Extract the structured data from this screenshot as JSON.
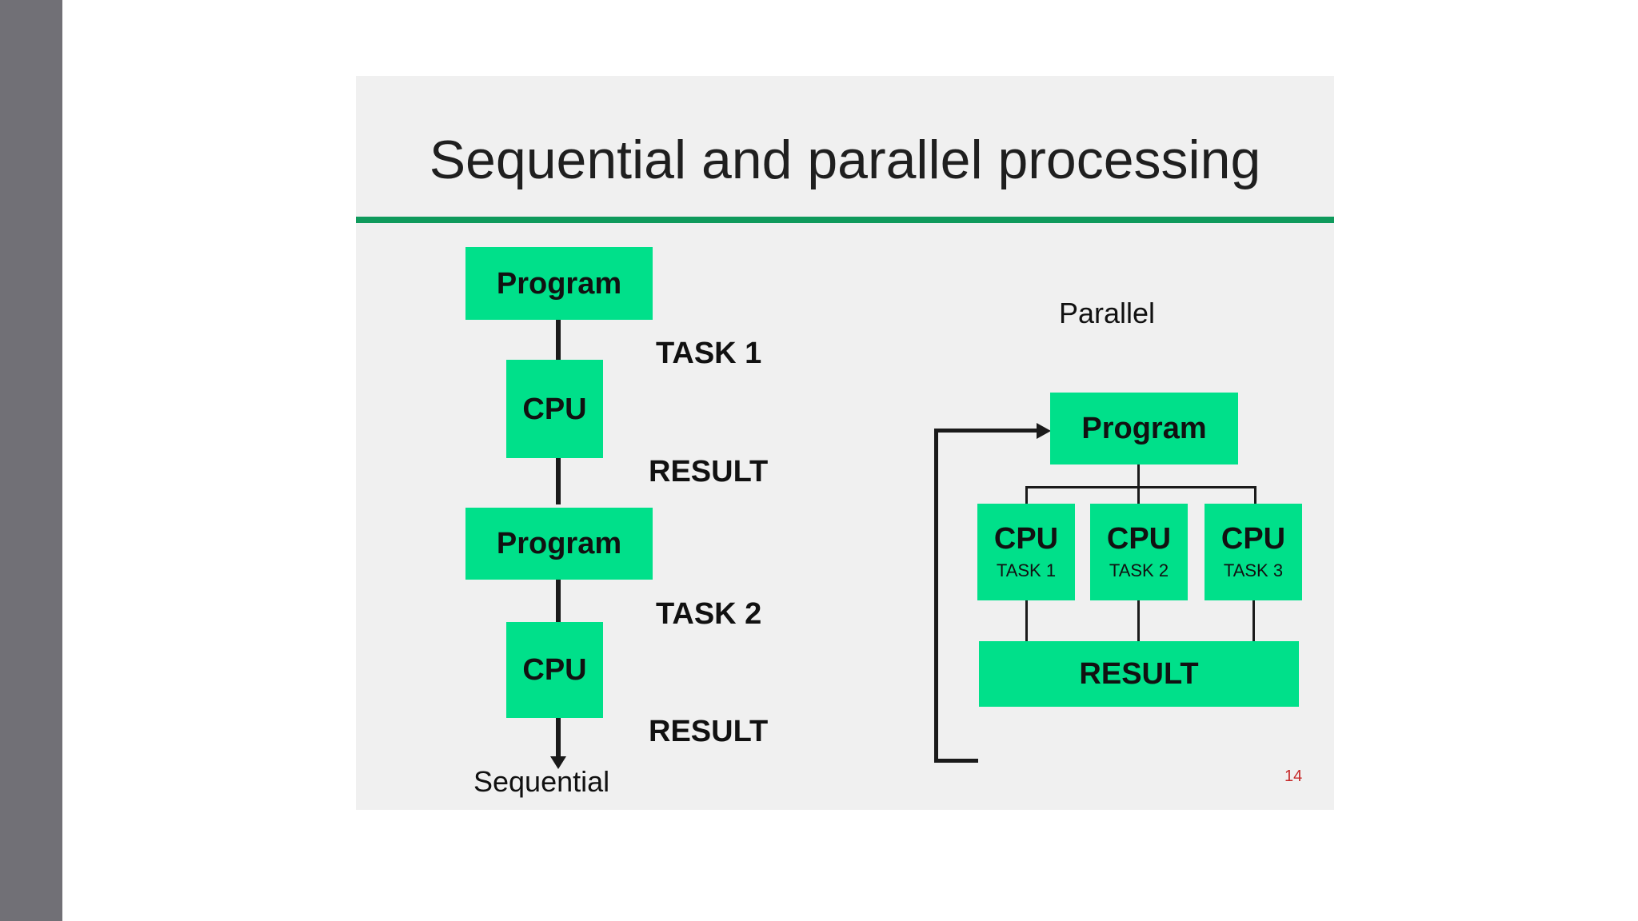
{
  "slide": {
    "title": "Sequential and parallel processing",
    "page_number": "14",
    "colors": {
      "box": "#00e08a",
      "rule": "#0f9a5c",
      "page_number": "#c62828"
    }
  },
  "sequential": {
    "caption": "Sequential",
    "program_1": "Program",
    "task_1": "TASK 1",
    "cpu_1": "CPU",
    "result_1": "RESULT",
    "program_2": "Program",
    "task_2": "TASK 2",
    "cpu_2": "CPU",
    "result_2": "RESULT"
  },
  "parallel": {
    "caption": "Parallel",
    "program": "Program",
    "cpus": [
      {
        "label": "CPU",
        "task": "TASK 1"
      },
      {
        "label": "CPU",
        "task": "TASK 2"
      },
      {
        "label": "CPU",
        "task": "TASK 3"
      }
    ],
    "result": "RESULT"
  }
}
